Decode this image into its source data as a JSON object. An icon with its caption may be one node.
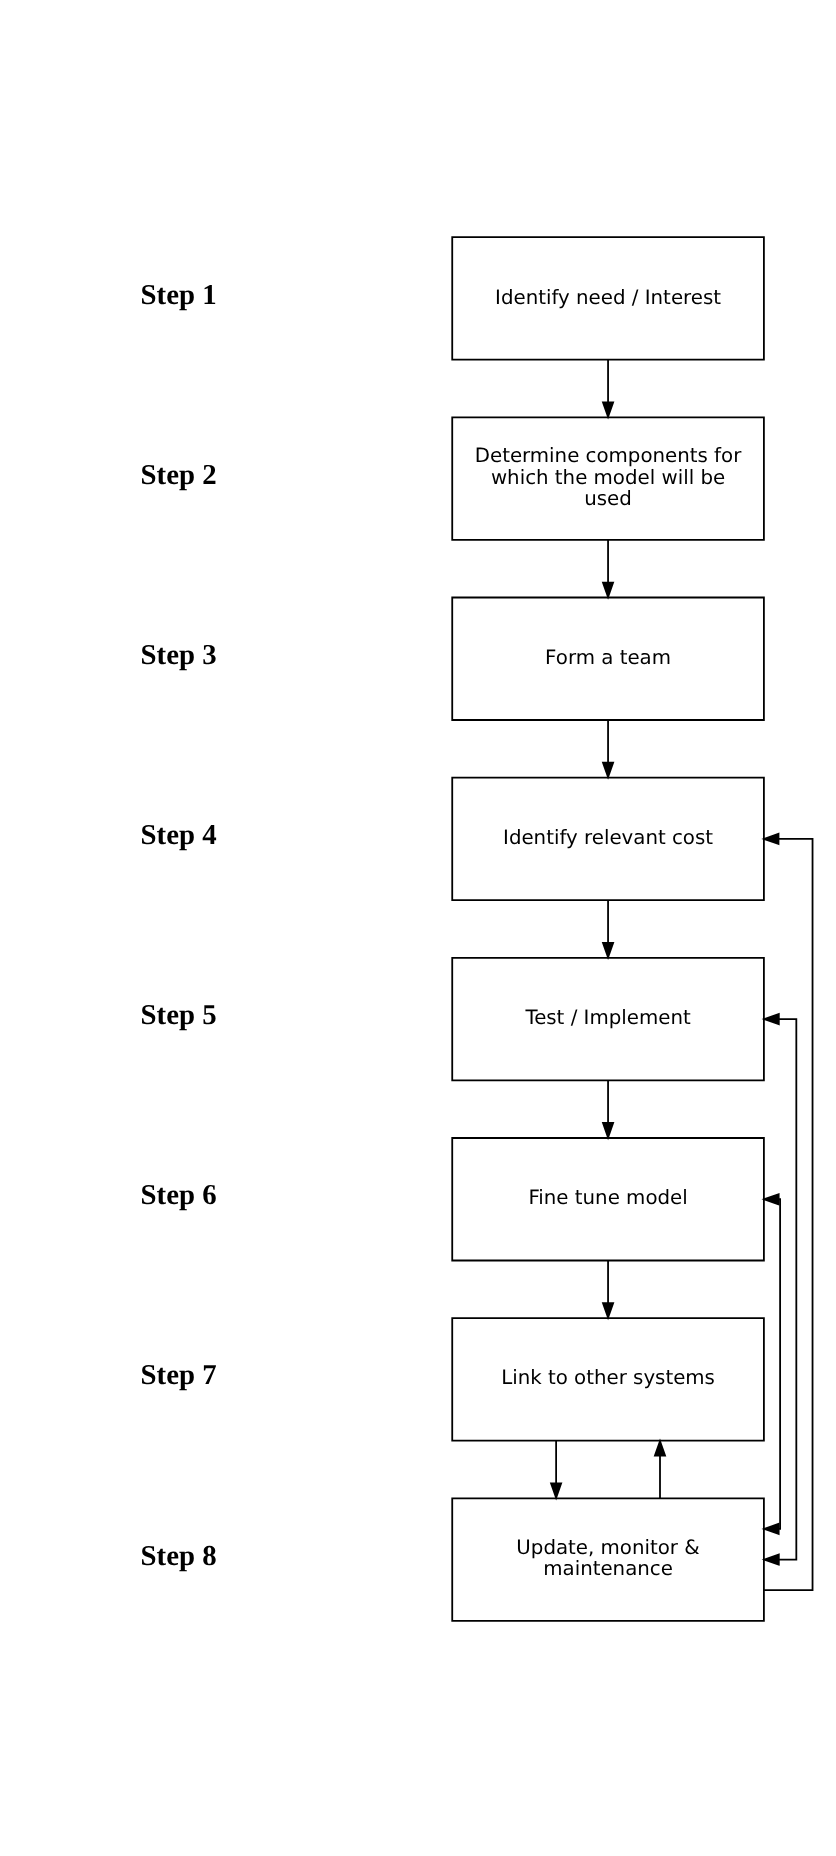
{
  "diagram": {
    "nodes": [
      {
        "text": [
          "Identify need / Interest"
        ]
      },
      {
        "text": [
          "Determine components for which the model will be used"
        ]
      },
      {
        "text": [
          "Form a team"
        ]
      },
      {
        "text": [
          "Identify relevant cost"
        ]
      },
      {
        "text": [
          "Test / Implement"
        ]
      },
      {
        "text": [
          "Fine tune model"
        ]
      },
      {
        "text": [
          "Link to other systems"
        ]
      },
      {
        "text": [
          "Update, monitor & maintenance"
        ]
      }
    ],
    "edges": [
      {
        "from": 0,
        "to": 1,
        "arrow": "to"
      },
      {
        "from": 1,
        "to": 2,
        "arrow": "to"
      },
      {
        "from": 2,
        "to": 3,
        "arrow": "to"
      },
      {
        "from": 3,
        "to": 4,
        "arrow": "to"
      },
      {
        "from": 4,
        "to": 5,
        "arrow": "to"
      },
      {
        "from": 5,
        "to": 6,
        "arrow": "to"
      },
      {
        "from": 6,
        "to": 7,
        "arrow": "to"
      },
      {
        "from": 7,
        "to": 3,
        "arrow": "to"
      },
      {
        "from": 7,
        "to": 4,
        "arrow": "both"
      },
      {
        "from": 7,
        "to": 5,
        "arrow": "both"
      },
      {
        "from": 7,
        "to": 6,
        "arrow": "to"
      }
    ],
    "labels": [
      "Step 1",
      "Step 2",
      "Step 3",
      "Step 4",
      "Step 5",
      "Step 6",
      "Step 7",
      "Step 8"
    ]
  }
}
